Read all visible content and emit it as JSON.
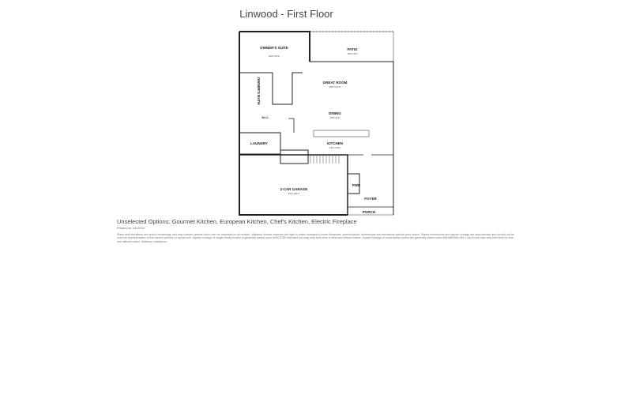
{
  "title": "Linwood - First Floor",
  "rooms": [
    {
      "name": "OWNER'S SUITE",
      "dims": "13'0\"x15'6\""
    },
    {
      "name": "PATIO",
      "dims": "15'0\"x9'0\""
    },
    {
      "name": "GREAT ROOM",
      "dims": "18'6\"x17'0\""
    },
    {
      "name": "OWNER'S BATH",
      "dims": ""
    },
    {
      "name": "W.I.C.",
      "dims": ""
    },
    {
      "name": "DINING",
      "dims": "18'6\"x9'9\""
    },
    {
      "name": "LAUNDRY",
      "dims": ""
    },
    {
      "name": "KITCHEN",
      "dims": "13'2\"x13'6\""
    },
    {
      "name": "2-CAR GARAGE",
      "dims": "20'1\"x20'1\""
    },
    {
      "name": "PWD",
      "dims": ""
    },
    {
      "name": "FOYER",
      "dims": ""
    },
    {
      "name": "PORCH",
      "dims": ""
    }
  ],
  "unselected_options": "Unselected Options: Gourmet Kitchen, European Kitchen, Chef's Kitchen, Electric Fireplace",
  "printed_note": "Printed on 1/1/2024",
  "disclaimer": "Plans and elevations are artist's renderings and may contain options which are not standard on all models. Mattamy Homes reserves the right to make changes to these floorplans, specifications, dimensions and elevations without prior notice. Stated dimensions and square footage are approximate and should not be used as representation of the home's precise or actual size. Square footage of single family homes is generally based upon ANSI Z765 standard but may vary from time to time and without notice. Square footage of multi-family homes are generally based upon ANSI/BOMA Z65.1 (sq ft) but may vary from time to time and without notice. Mattamy Limitations."
}
